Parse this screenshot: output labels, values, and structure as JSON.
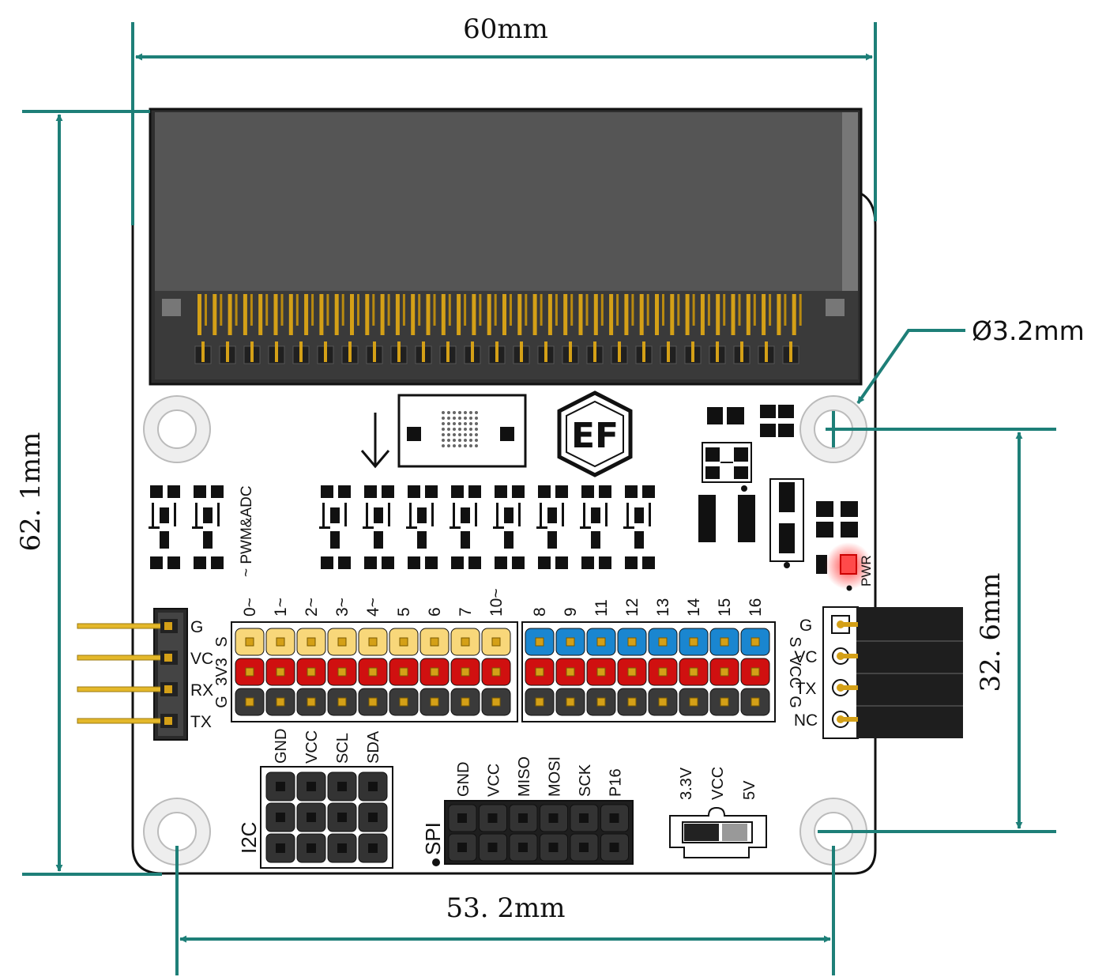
{
  "dimensions": {
    "width_top": "60mm",
    "height_left": "62. 1mm",
    "hole_diameter": "Ø3.2mm",
    "hole_span_vertical": "32. 6mm",
    "hole_span_horizontal": "53. 2mm"
  },
  "board": {
    "logo_text": "EF",
    "pwm_label": "~ PWM&ADC",
    "pwr_label": "PWR",
    "left_header": {
      "pins": [
        "G",
        "VC",
        "RX",
        "TX"
      ],
      "row_letters": [
        "S",
        "3V3",
        "G"
      ]
    },
    "pin_numbers_left": [
      "0~",
      "1~",
      "2~",
      "3~",
      "4~",
      "5",
      "6",
      "7",
      "10~"
    ],
    "pin_numbers_right": [
      "8",
      "9",
      "11",
      "12",
      "13",
      "14",
      "15",
      "16"
    ],
    "right_row_letters": [
      "S",
      "VCC",
      "G"
    ],
    "right_header": {
      "pins": [
        "G",
        "VC",
        "TX",
        "NC"
      ]
    },
    "i2c": {
      "title": "I2C",
      "pins": [
        "GND",
        "VCC",
        "SCL",
        "SDA"
      ]
    },
    "spi": {
      "title": "SPI",
      "pins": [
        "GND",
        "VCC",
        "MISO",
        "MOSI",
        "SCK",
        "P16"
      ]
    },
    "switch": {
      "labels": [
        "3.3V",
        "VCC",
        "5V"
      ]
    }
  },
  "colors": {
    "dimension": "#1e7f78",
    "signal_row_left": "#f8d77a",
    "signal_row_right": "#1a86d0",
    "power_row": "#d01010",
    "ground_row": "#3a3a3a",
    "pin": "#d4a017"
  }
}
